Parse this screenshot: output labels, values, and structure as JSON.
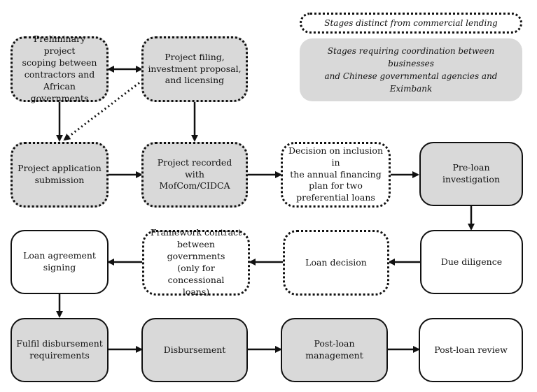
{
  "legend": {
    "dotted_label": "Stages distinct from commercial lending",
    "grey_label": "Stages requiring coordination between businesses\nand Chinese governmental agencies and Eximbank"
  },
  "nodes": {
    "scoping": "Preliminary project\nscoping between\ncontractors and\nAfrican governments",
    "filing": "Project filing,\ninvestment proposal,\nand licensing",
    "application": "Project application\nsubmission",
    "recorded": "Project recorded with\nMofCom/CIDCA",
    "inclusion": "Decision on inclusion in\nthe annual financing\nplan for two\npreferential loans",
    "preloan": "Pre-loan investigation",
    "due": "Due diligence",
    "decision": "Loan decision",
    "framework": "Framework contract\nbetween governments\n(only for concessional\nloans)",
    "signing": "Loan agreement\nsigning",
    "fulfil": "Fulfil disbursement\nrequirements",
    "disbursement": "Disbursement",
    "postmgmt": "Post-loan management",
    "review": "Post-loan review"
  }
}
